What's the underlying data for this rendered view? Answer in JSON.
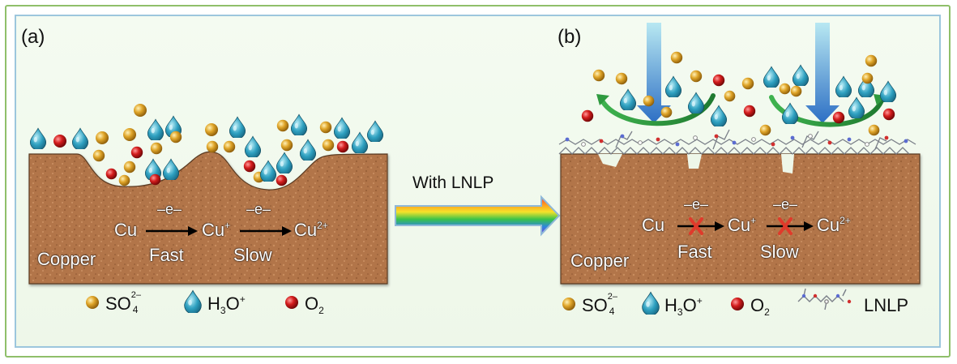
{
  "panel_a": {
    "label": "(a)",
    "region": "Copper",
    "species_start": "Cu",
    "species_mid": "Cu",
    "species_mid_charge": "+",
    "species_end": "Cu",
    "species_end_charge": "2+",
    "step1_electron": "–e–",
    "step2_electron": "–e–",
    "step1_rate": "Fast",
    "step2_rate": "Slow"
  },
  "panel_b": {
    "label": "(b)",
    "region": "Copper",
    "species_start": "Cu",
    "species_mid": "Cu",
    "species_mid_charge": "+",
    "species_end": "Cu",
    "species_end_charge": "2+",
    "step1_electron": "–e–",
    "step2_electron": "–e–",
    "step1_rate": "Fast",
    "step2_rate": "Slow"
  },
  "transition": {
    "label": "With LNLP"
  },
  "legend_a": {
    "sulfate": "SO",
    "sulfate_sub": "4",
    "sulfate_sup": "2–",
    "hydronium": "H",
    "hydronium_sub": "3",
    "hydronium_rest": "O",
    "hydronium_sup": "+",
    "oxygen": "O",
    "oxygen_sub": "2"
  },
  "legend_b": {
    "sulfate": "SO",
    "sulfate_sub": "4",
    "sulfate_sup": "2–",
    "hydronium": "H",
    "hydronium_sub": "3",
    "hydronium_rest": "O",
    "hydronium_sup": "+",
    "oxygen": "O",
    "oxygen_sub": "2",
    "inhibitor": "LNLP"
  },
  "colors": {
    "copper": "#b57a4f",
    "sulfate": "#e2a92a",
    "hydronium": "#2f9fbf",
    "oxygen": "#cc1f1f",
    "blocked_mark": "#e03a2b",
    "green_arrow": "#2e9a3f",
    "blue_arrow": "#4aa3d6"
  },
  "icons": {
    "sulfate": "gold-sphere-icon",
    "hydronium": "teal-droplet-icon",
    "oxygen": "red-sphere-icon",
    "inhibitor": "molecule-icon",
    "blocked": "red-x-icon"
  }
}
